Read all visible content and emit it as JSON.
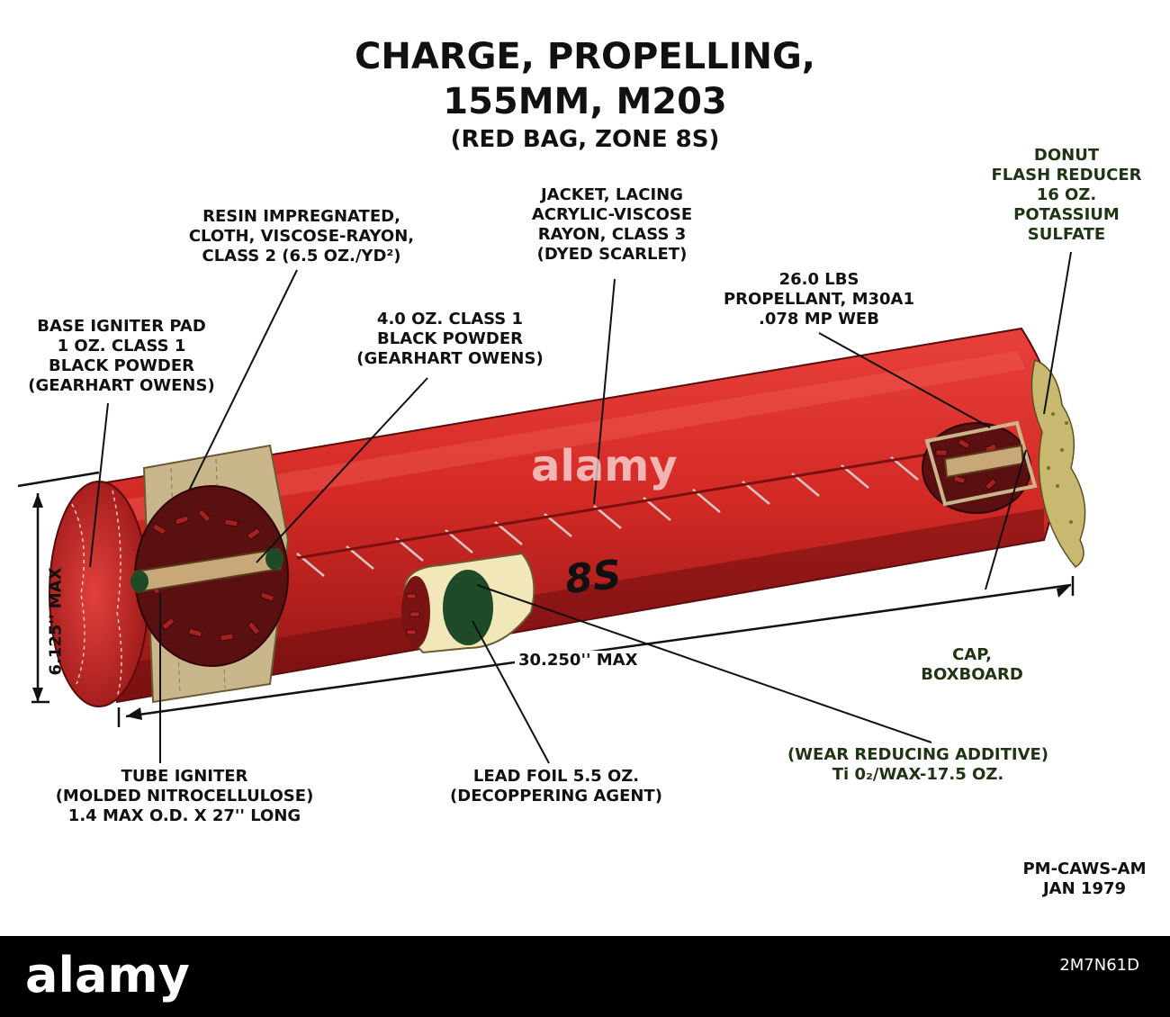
{
  "title": {
    "line1": "CHARGE, PROPELLING,",
    "line2": "155MM, M203",
    "line3": "(RED BAG, ZONE 8S)"
  },
  "labels": {
    "flash_reducer": [
      "DONUT",
      "FLASH REDUCER",
      "16 OZ.",
      "POTASSIUM",
      "SULFATE"
    ],
    "jacket": [
      "JACKET, LACING",
      "ACRYLIC-VISCOSE",
      "RAYON, CLASS 3",
      "(DYED SCARLET)"
    ],
    "resin_cloth": [
      "RESIN IMPREGNATED,",
      "CLOTH, VISCOSE-RAYON,",
      "CLASS 2 (6.5 OZ./YD²)"
    ],
    "propellant": [
      "26.0 LBS",
      "PROPELLANT, M30A1",
      ".078 MP WEB"
    ],
    "base_igniter": [
      "BASE IGNITER PAD",
      "1 OZ. CLASS 1",
      "BLACK POWDER",
      "(GEARHART OWENS)"
    ],
    "black_powder": [
      "4.0 OZ. CLASS 1",
      "BLACK POWDER",
      "(GEARHART OWENS)"
    ],
    "cap": [
      "CAP,",
      "BOXBOARD"
    ],
    "wear_additive": [
      "(WEAR REDUCING ADDITIVE)",
      "Ti 0₂/WAX-17.5 OZ."
    ],
    "tube_igniter": [
      "TUBE IGNITER",
      "(MOLDED NITROCELLULOSE)",
      "1.4 MAX O.D. X 27'' LONG"
    ],
    "lead_foil": [
      "LEAD FOIL 5.5 OZ.",
      "(DECOPPERING AGENT)"
    ],
    "credit": [
      "PM-CAWS-AM",
      "JAN 1979"
    ]
  },
  "dimensions": {
    "length": "30.250'' MAX",
    "diameter": "6.125'' MAX"
  },
  "bag_marking": "8S",
  "watermark": {
    "center": "alamy",
    "footer_logo": "alamy",
    "stock_id": "2M7N61D"
  },
  "colors": {
    "bag_red": "#d42a26",
    "bag_dark": "#8e1414",
    "cloth_tan": "#c9b68a",
    "foil_cream": "#f2e7b8",
    "foil_green": "#1f4a28",
    "label_green": "#1e3412"
  }
}
